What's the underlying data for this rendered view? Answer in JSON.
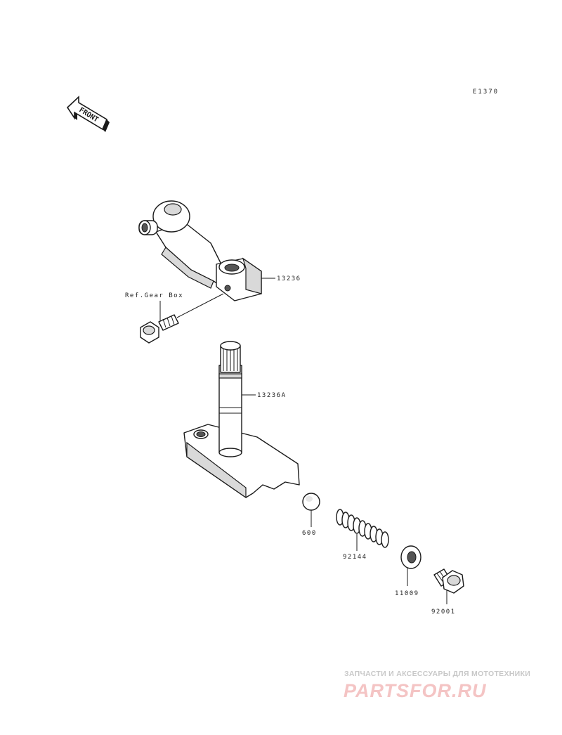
{
  "diagram_code": "E1370",
  "front_label": "FRONT",
  "reference_label": "Ref.Gear Box",
  "parts": [
    {
      "id": "lever",
      "number": "13236"
    },
    {
      "id": "shaft",
      "number": "13236A"
    },
    {
      "id": "ball",
      "number": "600"
    },
    {
      "id": "spring",
      "number": "92144"
    },
    {
      "id": "washer",
      "number": "11009"
    },
    {
      "id": "plug",
      "number": "92001"
    }
  ],
  "watermark": {
    "line1": "ЗАПЧАСТИ И АКСЕССУАРЫ ДЛЯ МОТОТЕХНИКИ",
    "line2": "PARTSFOR.RU"
  }
}
